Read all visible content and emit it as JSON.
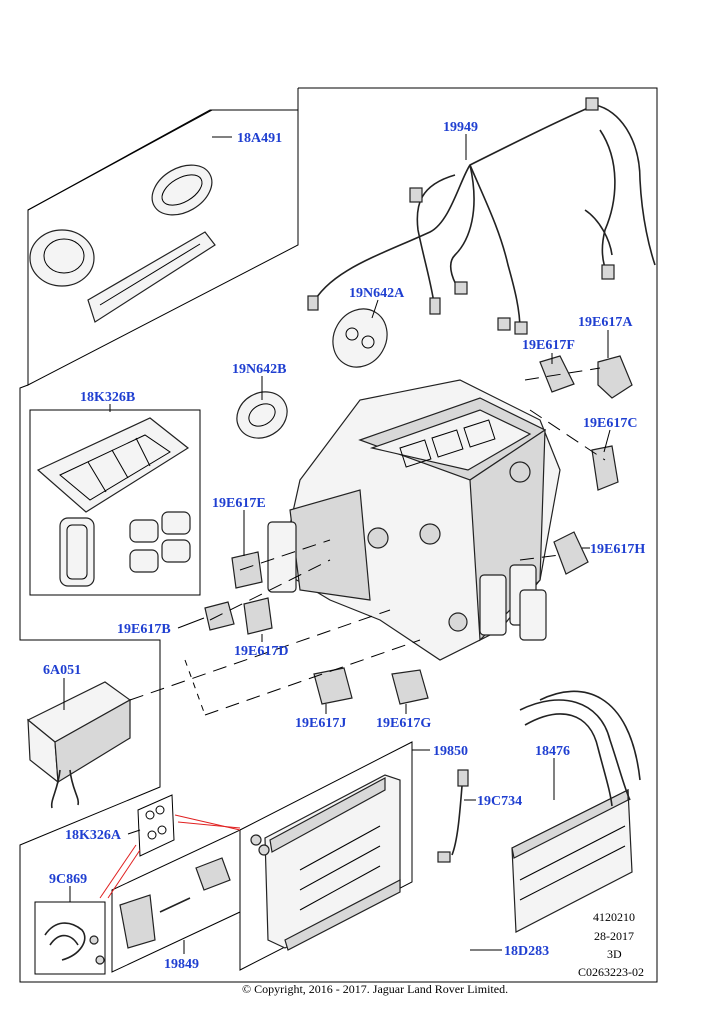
{
  "labels": {
    "l18A491": "18A491",
    "l19949": "19949",
    "l19N642A": "19N642A",
    "l19N642B": "19N642B",
    "l18K326B": "18K326B",
    "l19E617A": "19E617A",
    "l19E617F": "19E617F",
    "l19E617C": "19E617C",
    "l19E617E": "19E617E",
    "l19E617H": "19E617H",
    "l19E617B": "19E617B",
    "l19E617D": "19E617D",
    "l6A051": "6A051",
    "l19E617J": "19E617J",
    "l19E617G": "19E617G",
    "l19850": "19850",
    "l18476": "18476",
    "l19C734": "19C734",
    "l18K326A": "18K326A",
    "l9C869": "9C869",
    "l19849": "19849",
    "l18D283": "18D283"
  },
  "meta": {
    "code1": "4120210",
    "code2": "28-2017",
    "code3": "3D",
    "code4": "C0263223-02"
  },
  "copyright": "© Copyright, 2016 - 2017. Jaguar Land Rover Limited.",
  "colors": {
    "label": "#1f3fd1",
    "leader_red": "#e02020"
  }
}
